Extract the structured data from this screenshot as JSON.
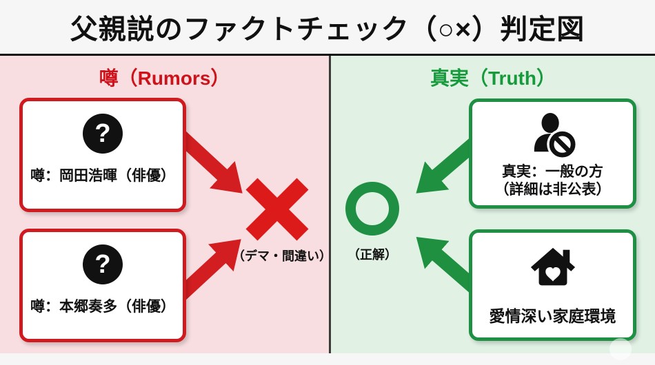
{
  "title": "父親説のファクトチェック（○×）判定図",
  "colors": {
    "red_accent": "#D21E20",
    "red_heading": "#CE121B",
    "green_accent": "#1E9040",
    "pink_panel_bg": "#F8DEE0",
    "green_panel_bg": "#E1F2E5",
    "header_bg": "#F6F6F6",
    "text": "#111111"
  },
  "left": {
    "heading": "噂（Rumors）",
    "boxes": [
      {
        "icon": "question-icon",
        "icon_glyph": "?",
        "label": "噂：岡田浩暉（俳優）"
      },
      {
        "icon": "question-icon",
        "icon_glyph": "?",
        "label": "噂：本郷奏多（俳優）"
      }
    ],
    "verdict": {
      "symbol": "cross-mark",
      "label": "（デマ・間違い）"
    }
  },
  "right": {
    "heading": "真実（Truth）",
    "boxes": [
      {
        "icon": "person-ban-icon",
        "label_line1": "真実：一般の方",
        "label_line2": "（詳細は非公表）"
      },
      {
        "icon": "house-heart-icon",
        "label": "愛情深い家庭環境"
      }
    ],
    "verdict": {
      "symbol": "circle-mark",
      "label": "（正解）"
    }
  }
}
